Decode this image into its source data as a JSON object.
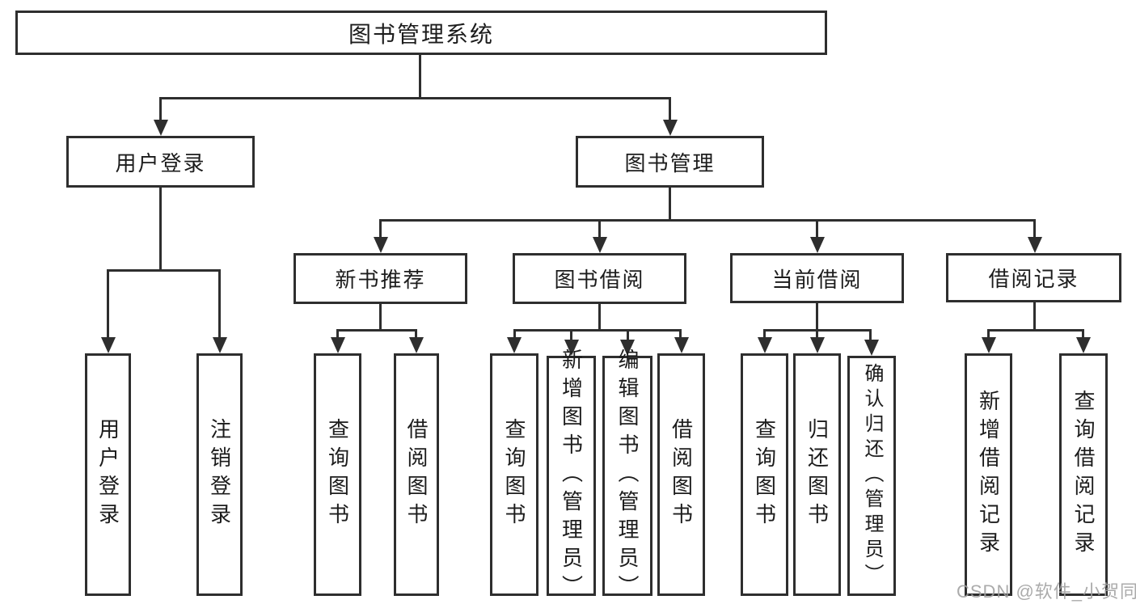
{
  "diagram": {
    "root": {
      "label": "图书管理系统"
    },
    "user_login": {
      "label": "用户登录",
      "children": {
        "c1": "用户登录",
        "c2": "注销登录"
      }
    },
    "book_mgmt": {
      "label": "图书管理",
      "modules": {
        "new_book": {
          "label": "新书推荐",
          "children": {
            "c1": "查询图书",
            "c2": "借阅图书"
          }
        },
        "book_borrow": {
          "label": "图书借阅",
          "children": {
            "c1": "查询图书",
            "c2": "新增图书（管理员）",
            "c3": "编辑图书（管理员）",
            "c4": "借阅图书"
          }
        },
        "current_borrow": {
          "label": "当前借阅",
          "children": {
            "c1": "查询图书",
            "c2": "归还图书",
            "c3": "确认归还（管理员）"
          }
        },
        "borrow_records": {
          "label": "借阅记录",
          "children": {
            "c1": "新增借阅记录",
            "c2": "查询借阅记录"
          }
        }
      }
    }
  },
  "watermark": {
    "text": "CSDN @软件_小贺同学"
  },
  "colors": {
    "background": "#ffffff",
    "line": "#2e2e2e",
    "box_border": "#2e2e2e",
    "text": "#1c1c1c",
    "watermark": "#a0a0a0"
  }
}
